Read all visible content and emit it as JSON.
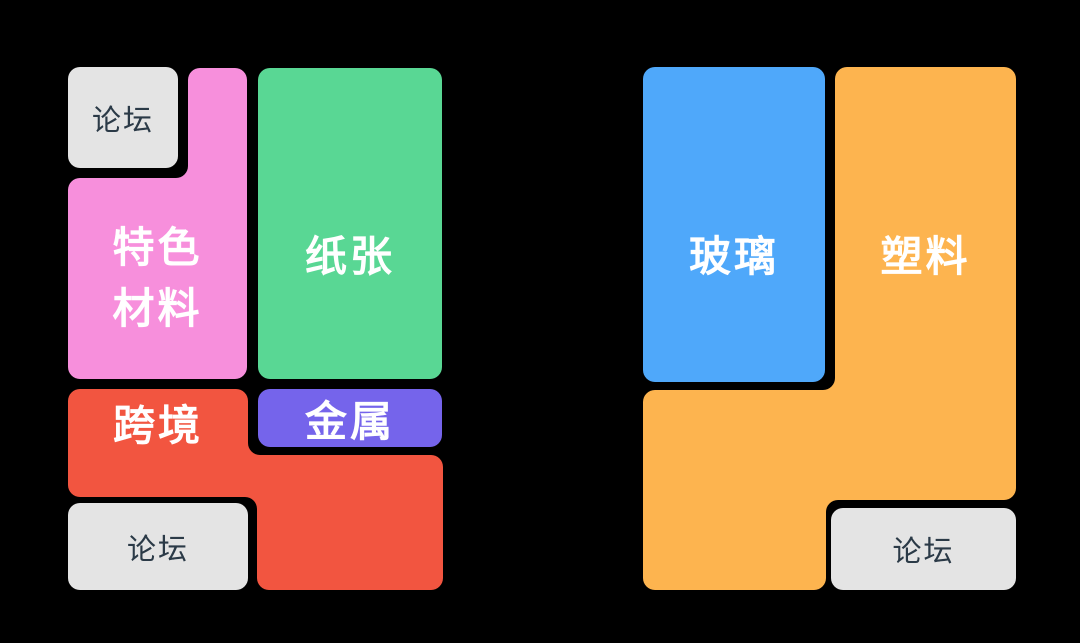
{
  "canvas": {
    "background": "#000000",
    "description": "zone map with labeled colored blocks"
  },
  "zones": {
    "forum_top_left": {
      "label": "论坛",
      "color": "#E4E4E4",
      "text_color": "#2B3A47"
    },
    "special_materials": {
      "line1": "特色",
      "line2": "材料",
      "color": "#F78FDC",
      "text_color": "#FFFFFF"
    },
    "paper": {
      "label": "纸张",
      "color": "#59D794",
      "text_color": "#FFFFFF"
    },
    "cross_border": {
      "label": "跨境",
      "color": "#F25540",
      "text_color": "#FFFFFF"
    },
    "metal": {
      "label": "金属",
      "color": "#7564EB",
      "text_color": "#FFFFFF"
    },
    "forum_bottom_left": {
      "label": "论坛",
      "color": "#E4E4E4",
      "text_color": "#2B3A47"
    },
    "glass": {
      "label": "玻璃",
      "color": "#4FA8FA",
      "text_color": "#FFFFFF"
    },
    "plastic": {
      "label": "塑料",
      "color": "#FDB44F",
      "text_color": "#FFFFFF"
    },
    "forum_bottom_right": {
      "label": "论坛",
      "color": "#E4E4E4",
      "text_color": "#2B3A47"
    }
  }
}
